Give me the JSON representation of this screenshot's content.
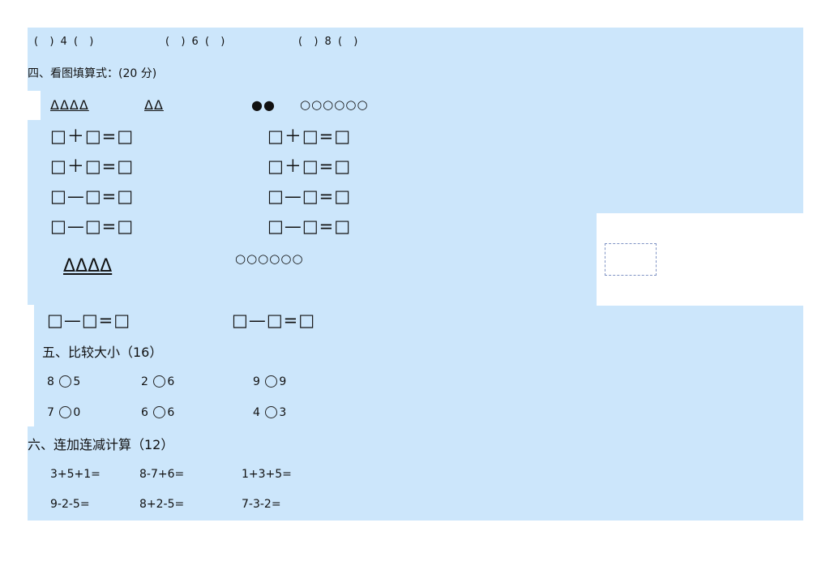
{
  "header_row": {
    "item1": "(  ) 4 (  )",
    "item2": "(  ) 6 (  )",
    "item3": "(  ) 8 (  )"
  },
  "section4": {
    "title": "四、看图填算式：(20 分)",
    "triangles_a": "ΔΔΔΔ",
    "triangles_b": "ΔΔ",
    "dots": "●●",
    "circles": "○○○○○○",
    "add_eq": "□＋□=□",
    "sub_eq": "□—□=□",
    "triangles_c": "ΔΔΔΔ",
    "circles_b": "○○○○○○"
  },
  "section5": {
    "title": "五、比较大小（16）",
    "row1": [
      {
        "left": "8",
        "right": "5"
      },
      {
        "left": "2",
        "right": "6"
      },
      {
        "left": "9",
        "right": "9"
      }
    ],
    "row2": [
      {
        "left": "7",
        "right": "0"
      },
      {
        "left": "6",
        "right": "6"
      },
      {
        "left": "4",
        "right": "3"
      }
    ]
  },
  "section6": {
    "title": "六、连加连减计算（12）",
    "row1": [
      "3+5+1=",
      "8-7+6=",
      "1+3+5="
    ],
    "row2": [
      "9-2-5=",
      "8+2-5=",
      "7-3-2="
    ]
  }
}
